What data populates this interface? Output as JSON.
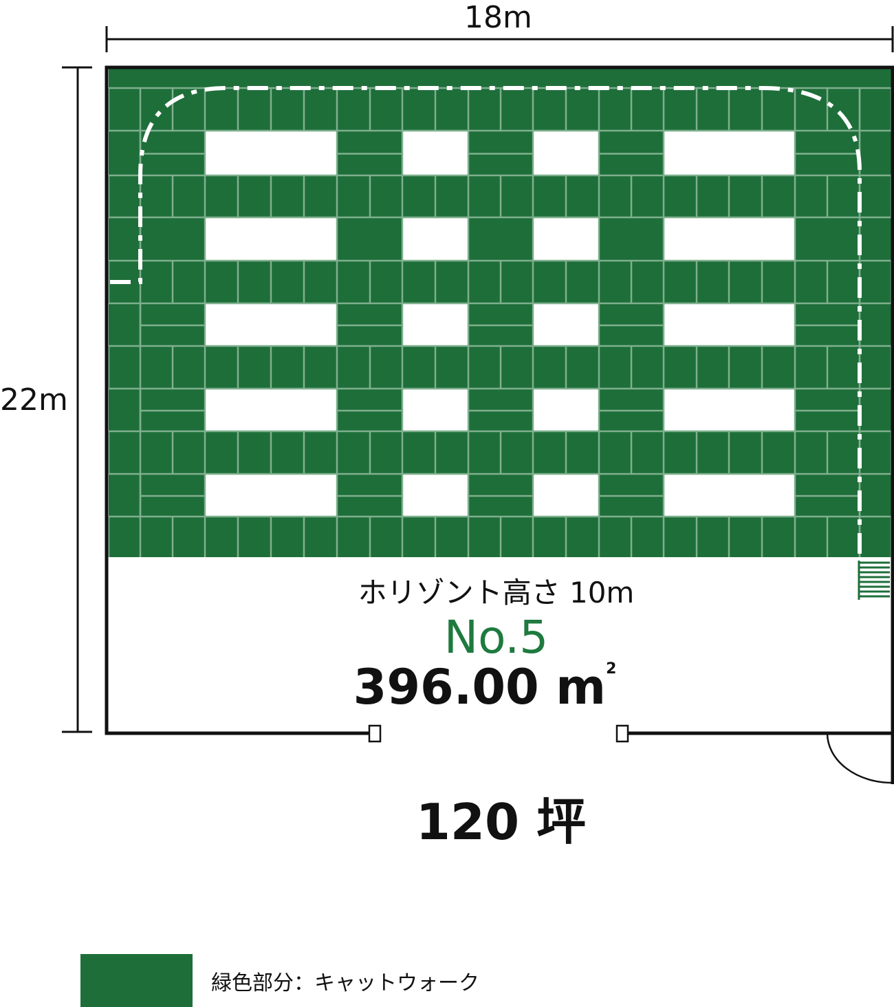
{
  "dimensions": {
    "width": "18m",
    "height": "22m"
  },
  "studio": {
    "horizont_label": "ホリゾント高さ 10m",
    "number": "No.5",
    "area_value": "396.00 m",
    "area_unit_sup": "2",
    "tsubo": "120 坪"
  },
  "legend": {
    "label": "緑色部分：キャットウォーク"
  },
  "colors": {
    "catwalk": "#1e6e3a",
    "catwalk_lines": "#7fb08d",
    "accent_text": "#1e7a3e",
    "walls": "#111111",
    "route": "#ffffff"
  }
}
